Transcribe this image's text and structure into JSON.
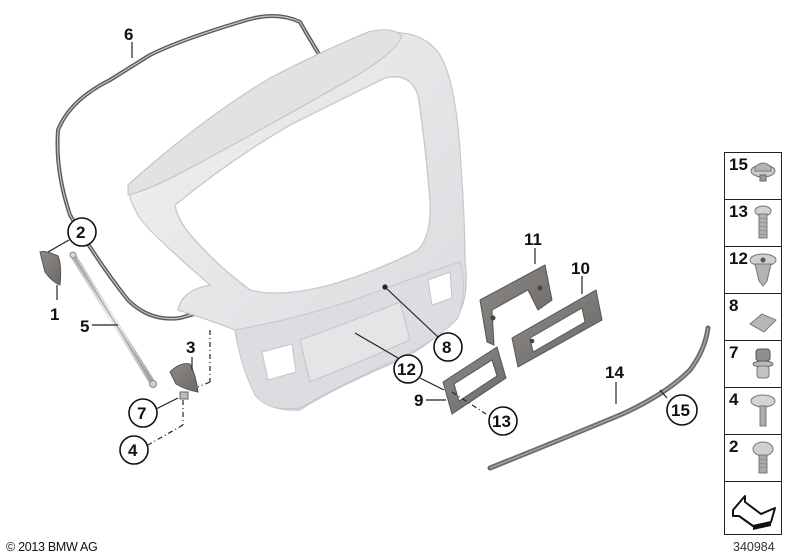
{
  "diagram": {
    "subject": "Tailgate exploded parts diagram",
    "callouts": [
      {
        "id": "1",
        "label": "1",
        "circled": false
      },
      {
        "id": "2",
        "label": "2",
        "circled": true
      },
      {
        "id": "3",
        "label": "3",
        "circled": false
      },
      {
        "id": "4",
        "label": "4",
        "circled": true
      },
      {
        "id": "5",
        "label": "5",
        "circled": false
      },
      {
        "id": "6",
        "label": "6",
        "circled": false
      },
      {
        "id": "7",
        "label": "7",
        "circled": true
      },
      {
        "id": "8",
        "label": "8",
        "circled": true
      },
      {
        "id": "9",
        "label": "9",
        "circled": false
      },
      {
        "id": "10",
        "label": "10",
        "circled": false
      },
      {
        "id": "11",
        "label": "11",
        "circled": false
      },
      {
        "id": "12",
        "label": "12",
        "circled": true
      },
      {
        "id": "13",
        "label": "13",
        "circled": true
      },
      {
        "id": "14",
        "label": "14",
        "circled": false
      },
      {
        "id": "15",
        "label": "15",
        "circled": true
      }
    ]
  },
  "legend": {
    "items": [
      {
        "number": "15",
        "icon": "collar-nut-icon"
      },
      {
        "number": "13",
        "icon": "screw-icon"
      },
      {
        "number": "12",
        "icon": "expanding-rivet-icon"
      },
      {
        "number": "8",
        "icon": "pad-icon"
      },
      {
        "number": "7",
        "icon": "grommet-nut-icon"
      },
      {
        "number": "4",
        "icon": "flat-head-screw-icon"
      },
      {
        "number": "2",
        "icon": "hex-screw-icon"
      },
      {
        "number": "",
        "icon": "direction-arrow-icon"
      }
    ]
  },
  "footer": {
    "copyright": "© 2013 BMW AG",
    "diagram_number": "340984"
  },
  "colors": {
    "panel": "#e6e6e8",
    "panel_shade": "#d4d5d8",
    "seal": "#5a5a5a",
    "bracket": "#7c7a78",
    "ink": "#111111"
  }
}
